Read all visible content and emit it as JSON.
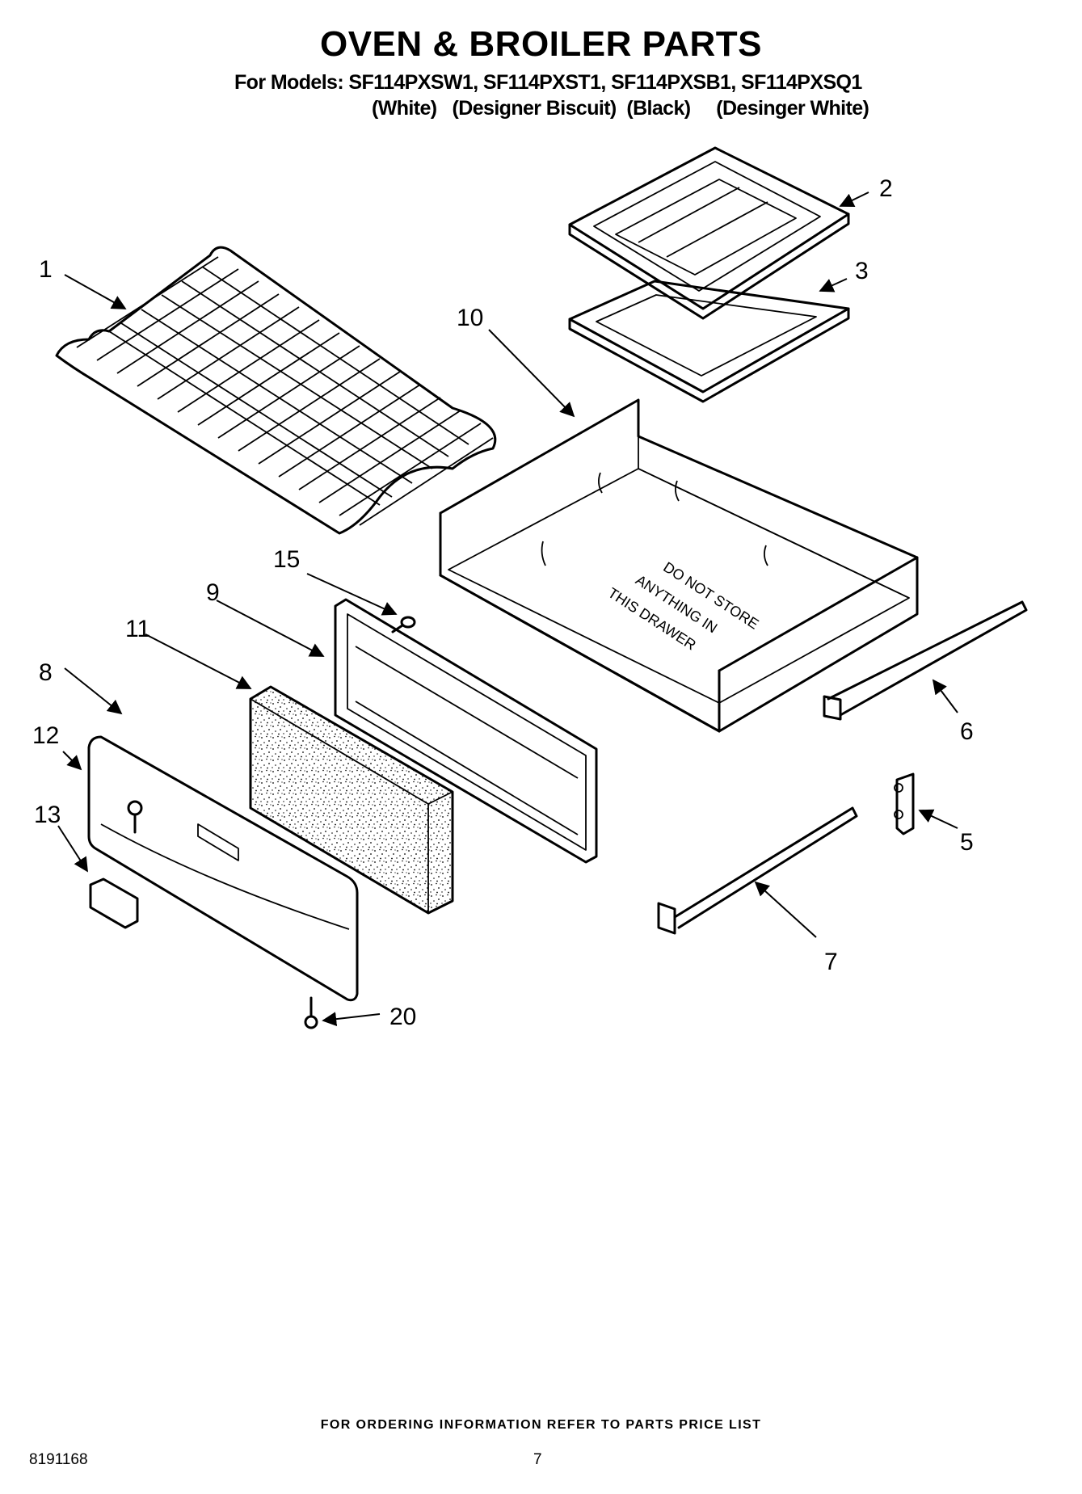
{
  "header": {
    "title": "OVEN & BROILER PARTS",
    "models_line": "For Models: SF114PXSW1, SF114PXST1, SF114PXSB1, SF114PXSQ1",
    "variants_line": "(White)   (Designer Biscuit)  (Black)     (Desinger White)"
  },
  "diagram": {
    "callouts": {
      "c1": "1",
      "c2": "2",
      "c3": "3",
      "c5": "5",
      "c6": "6",
      "c7": "7",
      "c8": "8",
      "c9": "9",
      "c10": "10",
      "c11": "11",
      "c12": "12",
      "c13": "13",
      "c15": "15",
      "c20": "20"
    },
    "drawer_label": [
      "DO NOT STORE",
      "ANYTHING IN",
      "THIS DRAWER"
    ]
  },
  "footer": {
    "ordering_note": "FOR ORDERING INFORMATION REFER TO PARTS PRICE LIST",
    "document_number": "8191168",
    "page_number": "7"
  }
}
